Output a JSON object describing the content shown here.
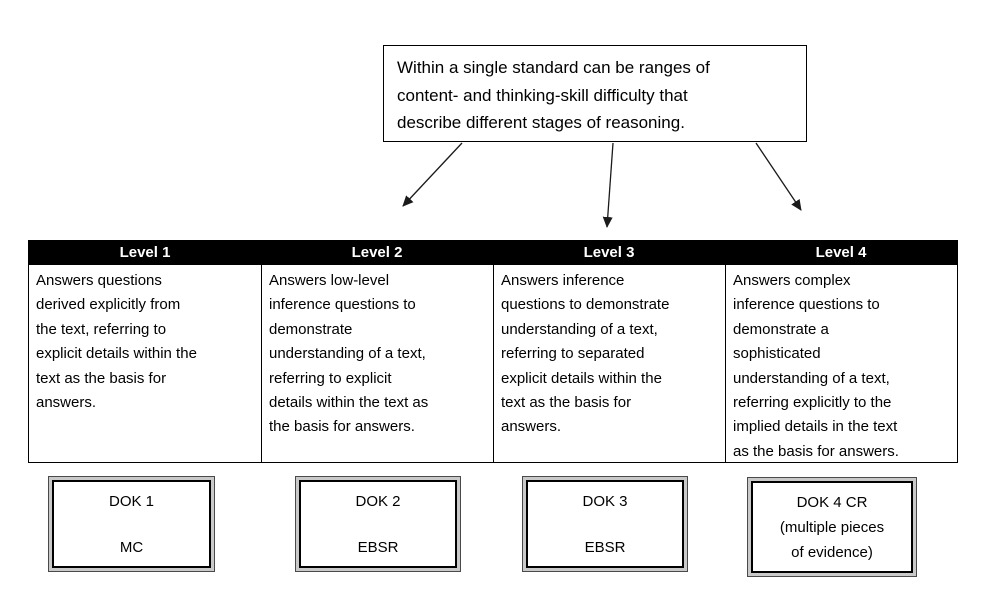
{
  "callout": {
    "text": "Within a single standard can be ranges of\ncontent- and thinking-skill difficulty that\ndescribe different stages of reasoning."
  },
  "table": {
    "columns": [
      {
        "header": "Level 1",
        "body": "Answers questions\nderived explicitly from\nthe text, referring to\nexplicit details within the\ntext as the basis for\nanswers."
      },
      {
        "header": "Level 2",
        "body": "Answers low-level\ninference questions to\ndemonstrate\nunderstanding of a text,\nreferring to explicit\ndetails within the text as\nthe basis for answers."
      },
      {
        "header": "Level 3",
        "body": "Answers inference\nquestions to demonstrate\nunderstanding of a text,\nreferring to separated\nexplicit details within the\ntext as the basis for\nanswers."
      },
      {
        "header": "Level 4",
        "body": "Answers complex\ninference questions to\ndemonstrate a\nsophisticated\nunderstanding of a text,\nreferring explicitly to the\nimplied details in the text\nas the basis for answers."
      }
    ]
  },
  "dok_boxes": [
    {
      "label": "DOK 1\n\nMC"
    },
    {
      "label": "DOK 2\n\nEBSR"
    },
    {
      "label": "DOK 3\n\nEBSR"
    },
    {
      "label": "DOK 4 CR\n(multiple pieces\nof evidence)"
    }
  ],
  "colors": {
    "header_bg": "#000000",
    "header_text": "#ffffff",
    "border": "#000000",
    "dok_frame_gap": "#c9c9c9",
    "arrow": "#1a1a1a"
  }
}
